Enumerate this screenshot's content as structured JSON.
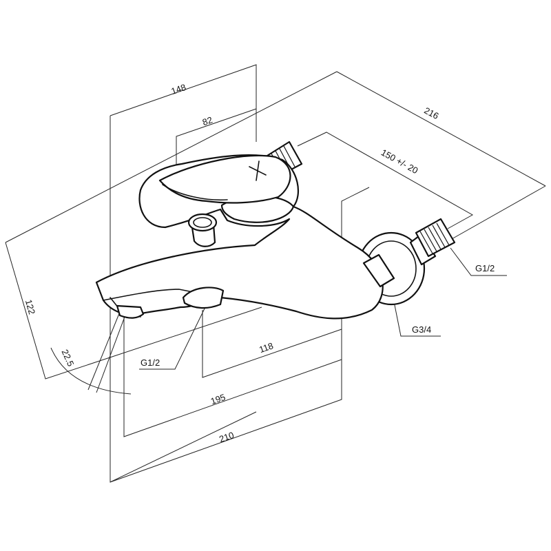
{
  "dimensions": {
    "width_top": "148",
    "handle_width": "82",
    "depth_total": "216",
    "inlet_spacing": "150 +/- 20",
    "height": "122",
    "spout_angle": "22.5",
    "spout_offset": "118",
    "spout_reach": "195",
    "overall_length": "210"
  },
  "threads": {
    "inlet": "G1/2",
    "wall_connection": "G3/4",
    "spout_outlet": "G1/2"
  }
}
